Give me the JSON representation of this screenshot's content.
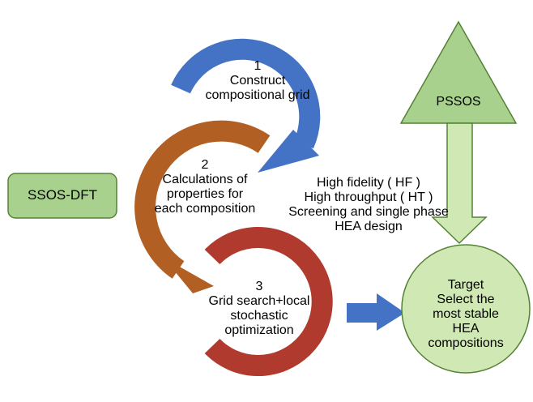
{
  "colors": {
    "blue_arrow": "#4472C4",
    "brown_arrow": "#B25F24",
    "red_arrow": "#B03A2E",
    "green_fill": "#A9D18E",
    "green_light": "#CFE8B4",
    "green_stroke": "#548235"
  },
  "step1": {
    "number": "1",
    "line1": "Construct",
    "line2": "compositional grid"
  },
  "step2": {
    "number": "2",
    "line1": "Calculations of",
    "line2": "properties for",
    "line3": "each composition"
  },
  "step3": {
    "number": "3",
    "line1": "Grid search+local",
    "line2": "stochastic",
    "line3": "optimization"
  },
  "ssos_dft": {
    "label": "SSOS-DFT"
  },
  "pssos": {
    "label": "PSSOS"
  },
  "notes": {
    "line1": "High fidelity ( HF )",
    "line2": "High throughput ( HT )",
    "line3": "Screening and single phase",
    "line4": "HEA design"
  },
  "target": {
    "line1": "Target",
    "line2": "Select the",
    "line3": "most stable",
    "line4": "HEA",
    "line5": "compositions"
  },
  "icons": [
    "circular-arrow-icon",
    "block-arrow-right-icon",
    "block-arrow-down-icon",
    "triangle-icon"
  ]
}
